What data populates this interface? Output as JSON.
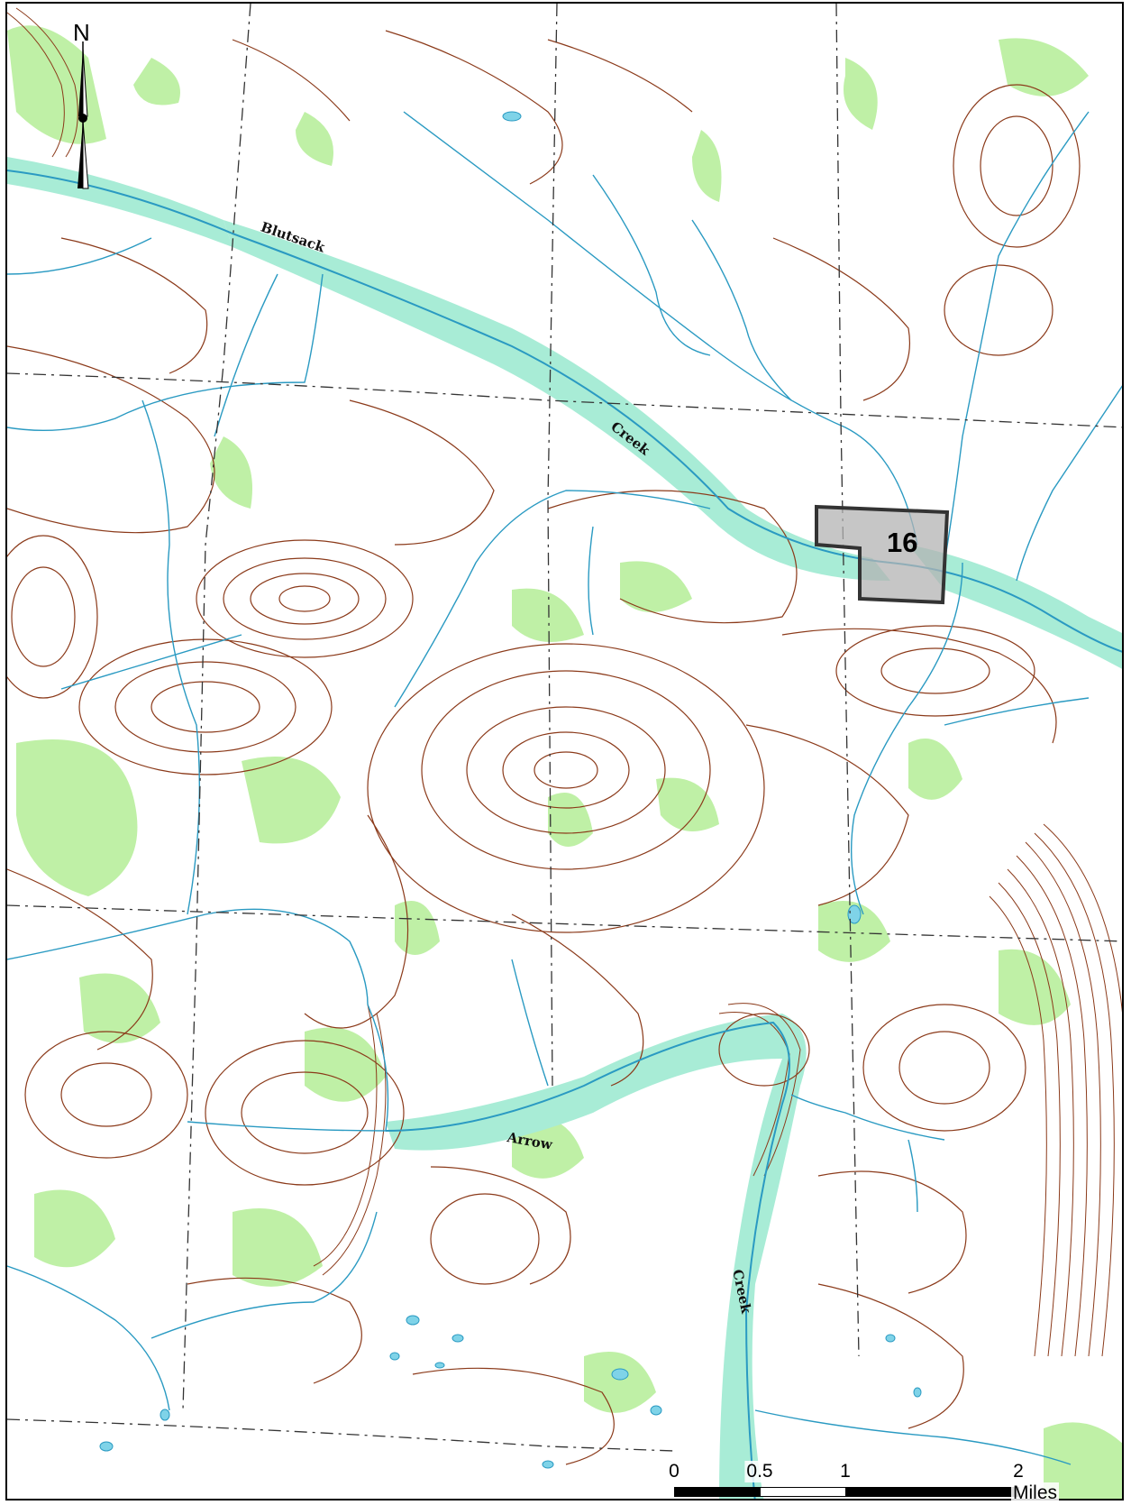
{
  "map": {
    "north_label": "N",
    "parcel": {
      "label": "16",
      "fill_color": "#b3b3b3",
      "outline_color": "#333333"
    },
    "labels": {
      "creek_upper_1": "Blutsack",
      "creek_upper_2": "Creek",
      "creek_lower_1": "Arrow",
      "creek_lower_2": "Creek"
    },
    "colors": {
      "contour": "#8b3a1a",
      "stream": "#2a9ac2",
      "vegetation": "#bff0a6",
      "wetland": "#a8ecd6",
      "grid": "#333333"
    },
    "icons": [
      "north-arrow-icon"
    ]
  },
  "scale_bar": {
    "ticks": [
      "0",
      "0.5",
      "1",
      "2"
    ],
    "unit": "Miles"
  }
}
